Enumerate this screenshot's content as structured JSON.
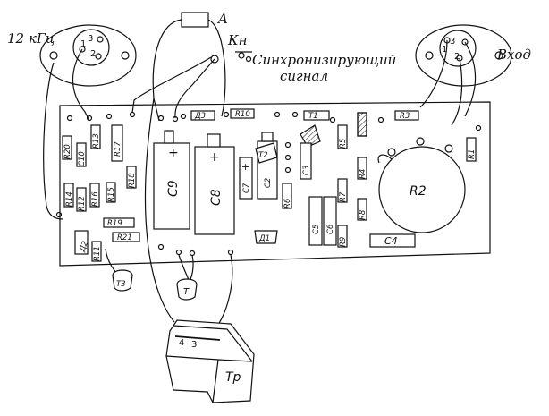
{
  "labels": {
    "freq_connector": "12 кГц",
    "button_a": "A",
    "button_kn": "Кн",
    "sync_line1": "Синхронизирующий",
    "sync_line2": "сигнал",
    "input_connector": "Вход",
    "transformer": "Тр",
    "big_pot": "R2"
  },
  "pins": {
    "left_3": "3",
    "left_1": "1",
    "left_2": "2",
    "right_3": "3",
    "right_1": "1",
    "right_2": "2",
    "tr_4": "4",
    "tr_3": "3"
  },
  "capacitors": {
    "c9": "C9",
    "c8": "C8",
    "c7": "C7",
    "c2": "C2",
    "c5": "C5",
    "c6": "C6",
    "c4": "C4",
    "c10": "C10",
    "c3": "C3"
  },
  "components": {
    "r20": "R20",
    "r13": "R13",
    "r14": "R14",
    "r12": "R12",
    "r16": "R16",
    "r15": "R15",
    "r17": "R17",
    "r18": "R18",
    "r19": "R19",
    "r21": "R21",
    "d2": "Д2",
    "r11": "R11",
    "d3": "Д3",
    "r10": "R10",
    "r6": "R6",
    "d1": "Д1",
    "t2": "T2",
    "t1": "T1",
    "t3": "T3",
    "r5": "R5",
    "r7": "R7",
    "r4": "R4",
    "r8": "R8",
    "r9": "R9",
    "r3": "R3",
    "r1": "R1",
    "r2s": "R2"
  }
}
